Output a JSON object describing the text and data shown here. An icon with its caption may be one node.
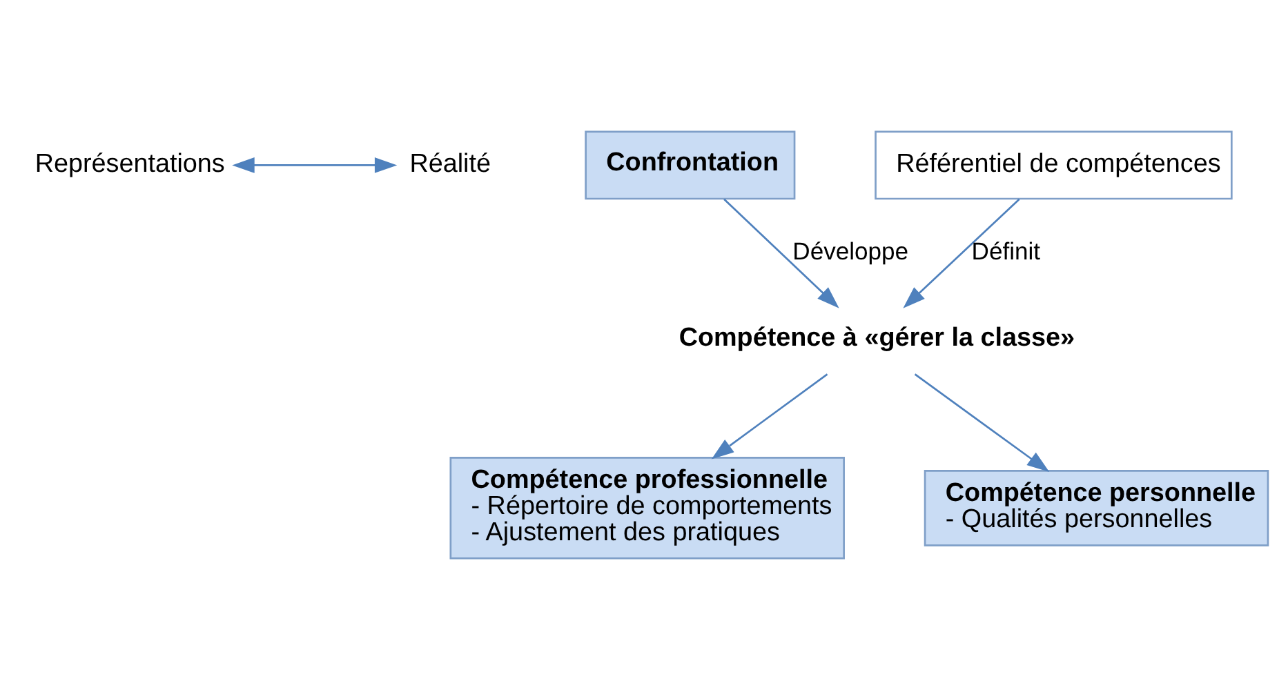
{
  "diagram": {
    "nodes": [
      {
        "text": [
          "Représentations"
        ]
      },
      {
        "text": [
          "Réalité"
        ]
      },
      {
        "text": [
          "Confrontation"
        ]
      },
      {
        "text": [
          "Référentiel de compétences"
        ]
      },
      {
        "text": [
          "Compétence à «gérer la classe»"
        ]
      },
      {
        "text": [
          "Compétence professionnelle",
          "- Répertoire de comportements",
          "- Ajustement des pratiques"
        ]
      },
      {
        "text": [
          "Compétence personnelle",
          "- Qualités personnelles"
        ]
      }
    ],
    "edges": [
      {
        "from": 0,
        "to": 1,
        "arrow": "both"
      },
      {
        "from": 2,
        "to": 4,
        "arrow": "to",
        "label": "Développe"
      },
      {
        "from": 3,
        "to": 4,
        "arrow": "to",
        "label": "Définit"
      },
      {
        "from": 4,
        "to": 5,
        "arrow": "to"
      },
      {
        "from": 4,
        "to": 6,
        "arrow": "to"
      }
    ]
  }
}
